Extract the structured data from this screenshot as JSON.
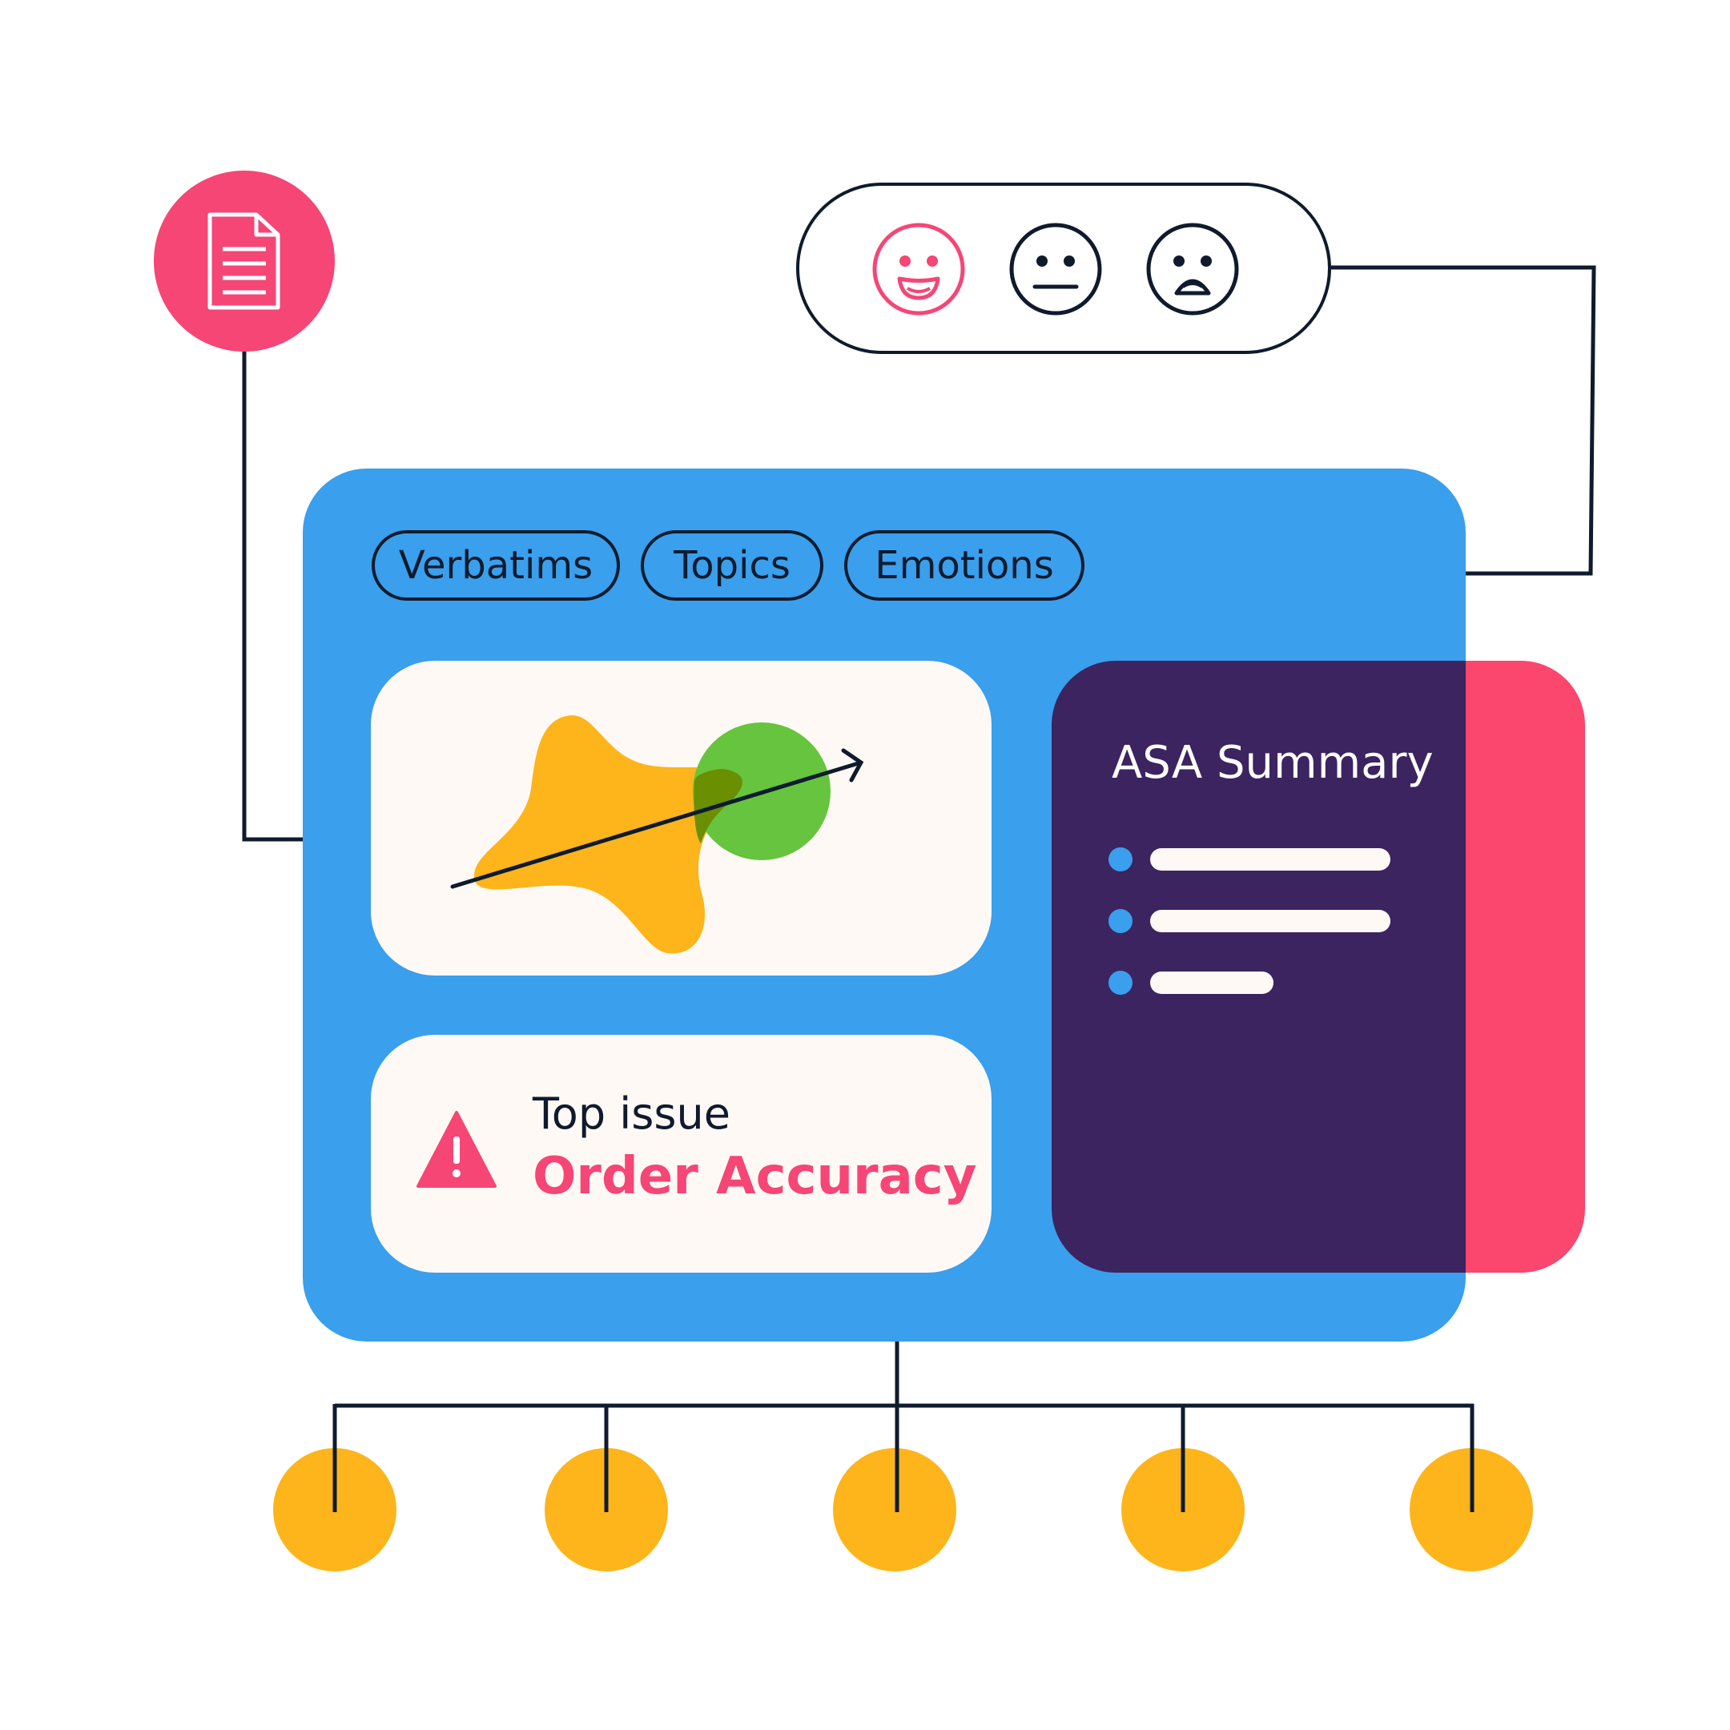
{
  "tabs": [
    {
      "label": "Verbatims"
    },
    {
      "label": "Topics"
    },
    {
      "label": "Emotions"
    }
  ],
  "summary": {
    "title": "ASA Summary",
    "bullet_count": 3
  },
  "top_issue": {
    "label": "Top issue",
    "value": "Order Accuracy"
  },
  "icons": {
    "document": "document-icon",
    "warning": "warning-triangle-icon",
    "trend": "trend-arrow-icon",
    "sentiments": [
      "happy-face-icon",
      "neutral-face-icon",
      "sad-face-icon"
    ]
  },
  "colors": {
    "dashboard_blue": "#3a9fec",
    "summary_purple": "#3c2460",
    "accent_pink": "#f54676",
    "card_pink": "#fb466d",
    "node_yellow": "#fdb51b",
    "blob_orange": "#fdb51b",
    "blob_green": "#66c43e",
    "line_dark": "#0f1b2d",
    "card_cream": "#fff9f6"
  },
  "bottom_nodes": {
    "count": 5
  }
}
